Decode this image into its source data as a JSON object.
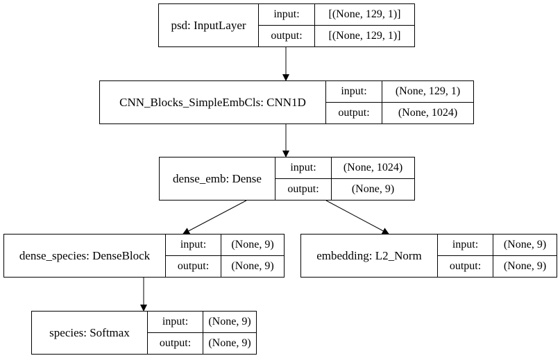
{
  "nodes": [
    {
      "id": "psd",
      "name": "psd: InputLayer",
      "input_label": "input:",
      "output_label": "output:",
      "input": "[(None, 129, 1)]",
      "output": "[(None, 129, 1)]"
    },
    {
      "id": "cnn",
      "name": "CNN_Blocks_SimpleEmbCls: CNN1D",
      "input_label": "input:",
      "output_label": "output:",
      "input": "(None, 129, 1)",
      "output": "(None, 1024)"
    },
    {
      "id": "dense_emb",
      "name": "dense_emb: Dense",
      "input_label": "input:",
      "output_label": "output:",
      "input": "(None, 1024)",
      "output": "(None, 9)"
    },
    {
      "id": "dense_species",
      "name": "dense_species: DenseBlock",
      "input_label": "input:",
      "output_label": "output:",
      "input": "(None, 9)",
      "output": "(None, 9)"
    },
    {
      "id": "embedding",
      "name": "embedding: L2_Norm",
      "input_label": "input:",
      "output_label": "output:",
      "input": "(None, 9)",
      "output": "(None, 9)"
    },
    {
      "id": "species",
      "name": "species: Softmax",
      "input_label": "input:",
      "output_label": "output:",
      "input": "(None, 9)",
      "output": "(None, 9)"
    }
  ],
  "edges": [
    {
      "from": "psd",
      "to": "cnn"
    },
    {
      "from": "cnn",
      "to": "dense_emb"
    },
    {
      "from": "dense_emb",
      "to": "dense_species"
    },
    {
      "from": "dense_emb",
      "to": "embedding"
    },
    {
      "from": "dense_species",
      "to": "species"
    }
  ]
}
